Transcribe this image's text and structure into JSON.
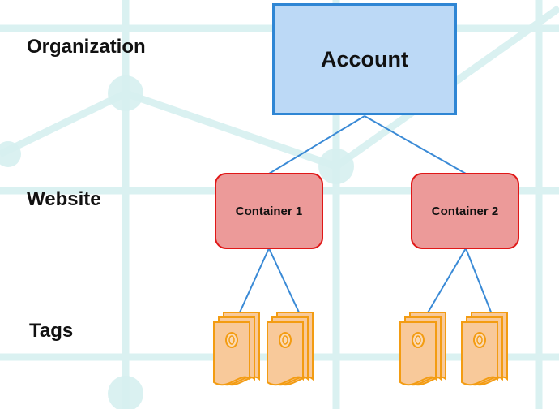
{
  "levels": {
    "organization": "Organization",
    "website": "Website",
    "tags": "Tags"
  },
  "account": {
    "label": "Account"
  },
  "containers": [
    {
      "label": "Container 1",
      "tag_count": 2
    },
    {
      "label": "Container 2",
      "tag_count": 2
    }
  ],
  "colors": {
    "account_fill": "#bcd9f6",
    "account_border": "#2f86d4",
    "container_fill": "#ec9a99",
    "container_border": "#e01818",
    "tag_fill": "#f8c99a",
    "tag_border": "#f39c12",
    "connector": "#3a8ad6",
    "background_pattern": "#d9f2f2"
  },
  "icons": {
    "tag": "tag-document-stack-icon"
  }
}
